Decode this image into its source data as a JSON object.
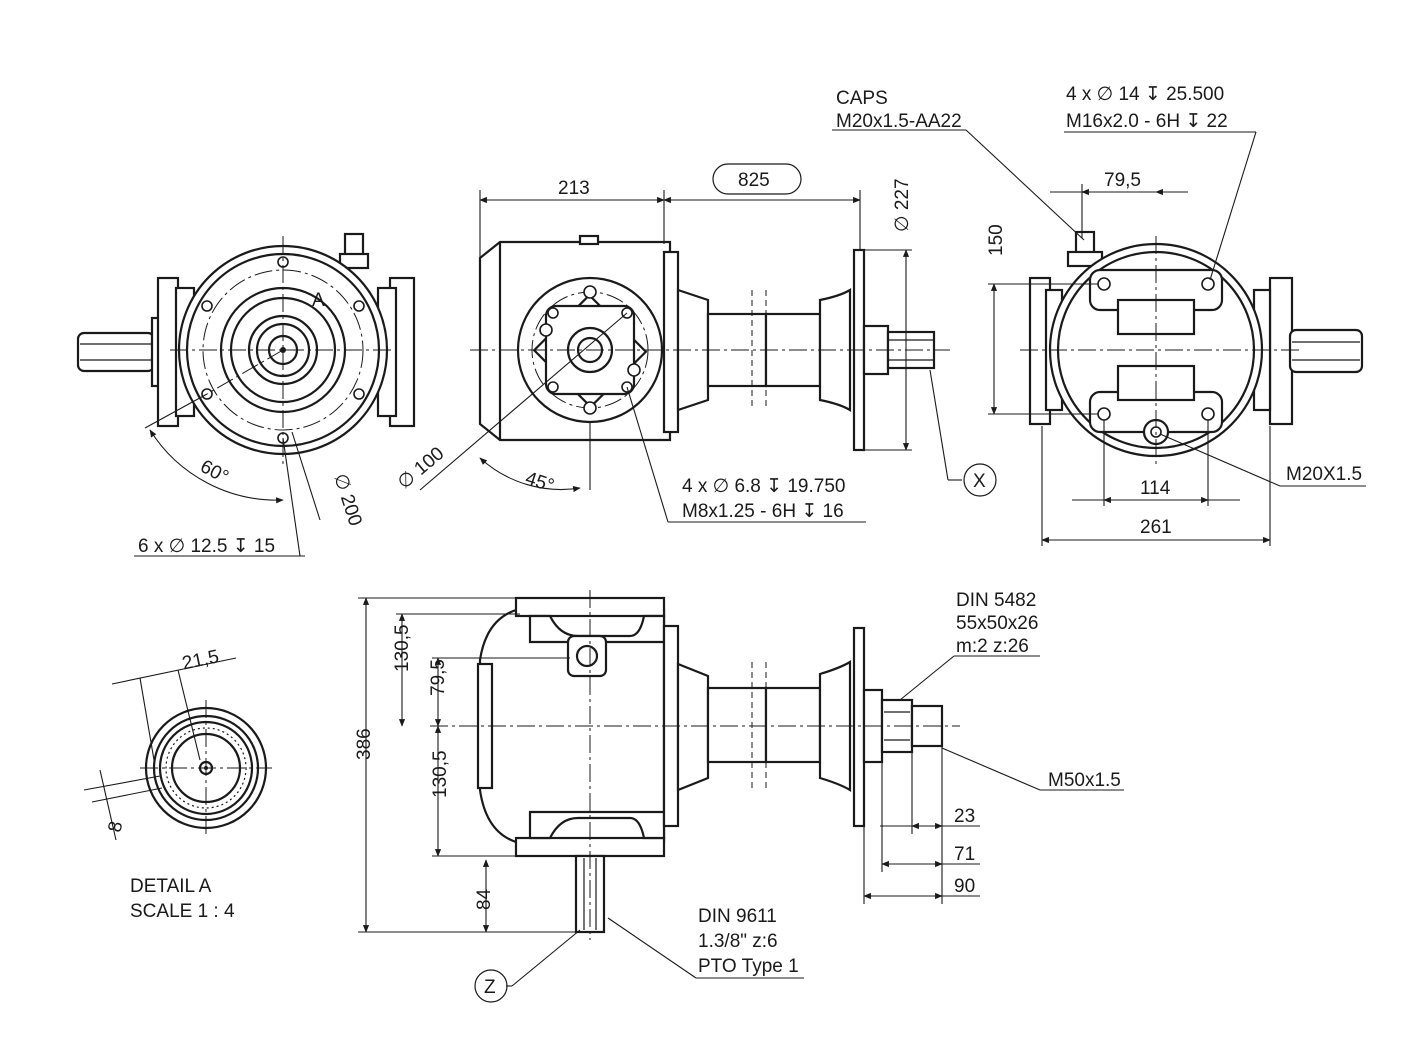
{
  "labels": {
    "caps_title": "CAPS",
    "caps_thread": "M20x1.5-AA22",
    "top_holes_line1": "4 x ∅ 14 ↧ 25.500",
    "top_holes_line2": "M16x2.0 - 6H ↧ 22",
    "bolt_holes_line1": "4 x ∅ 6.8 ↧ 19.750",
    "bolt_holes_line2": "M8x1.25 - 6H ↧ 16",
    "flange_holes": "6 x ∅ 12.5 ↧ 15",
    "drain_plug": "M20X1.5",
    "spline_line1": "DIN 5482",
    "spline_line2": "55x50x26",
    "spline_line3": "m:2 z:26",
    "shaft_thread": "M50x1.5",
    "pto_line1": "DIN 9611",
    "pto_line2": "1.3/8\" z:6",
    "pto_line3": "PTO Type 1",
    "detail_title": "DETAIL A",
    "detail_scale": "SCALE 1 : 4",
    "view_marker_x": "X",
    "view_marker_z": "Z",
    "detail_marker_a": "A"
  },
  "dimensions": {
    "side_width": "213",
    "shaft_length": "825",
    "flange_diameter": "∅ 227",
    "hole_spacing_top": "79,5",
    "height_150": "150",
    "base_114": "114",
    "width_261": "261",
    "angle_60": "60°",
    "diameter_200": "∅ 200",
    "diameter_100": "∅ 100",
    "angle_45": "45°",
    "detail_21_5": "21,5",
    "detail_8": "8",
    "height_386": "386",
    "upper_130_5": "130,5",
    "upper_79_5": "79,5",
    "lower_130_5": "130,5",
    "pto_84": "84",
    "spline_23": "23",
    "spline_71": "71",
    "spline_90": "90"
  }
}
